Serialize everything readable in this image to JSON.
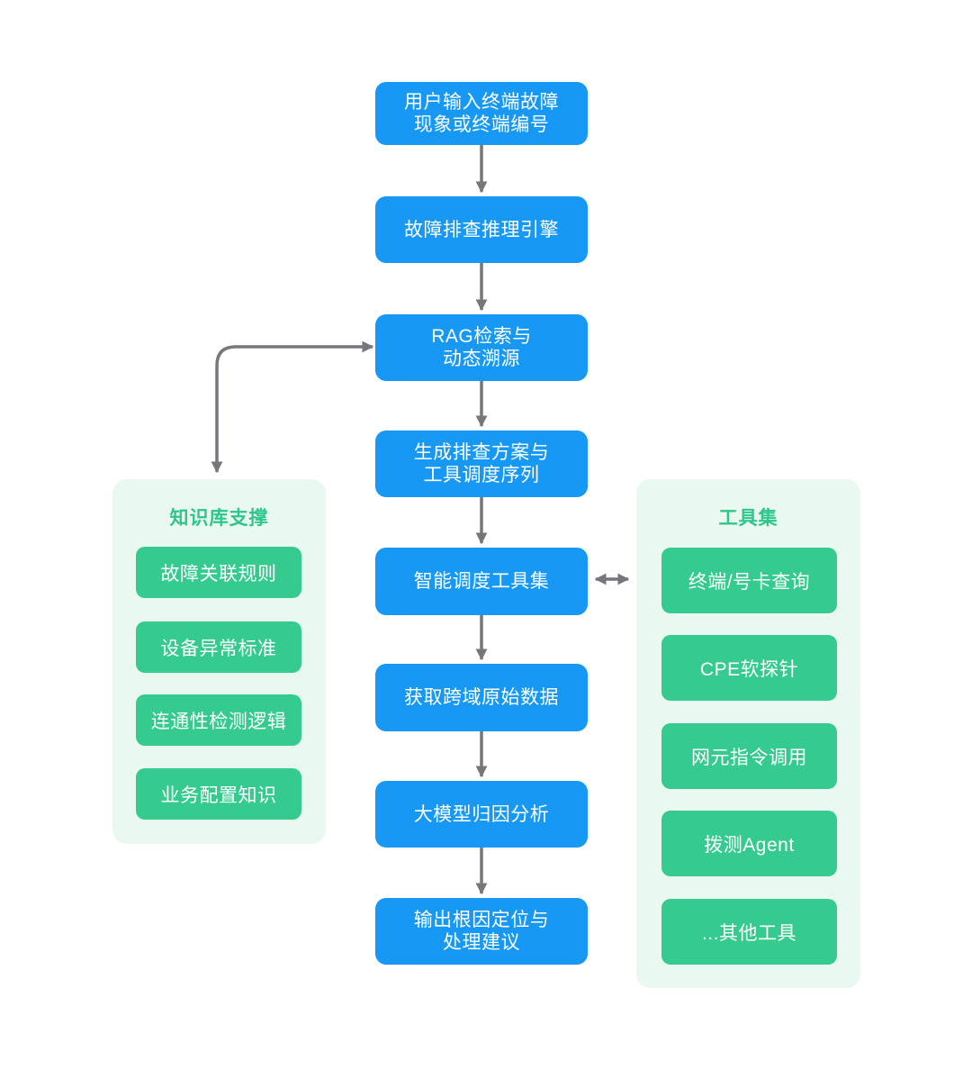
{
  "flow": {
    "steps": [
      {
        "label": "用户输入终端故障\n现象或终端编号"
      },
      {
        "label": "故障排查推理引擎"
      },
      {
        "label": "RAG检索与\n动态溯源"
      },
      {
        "label": "生成排查方案与\n工具调度序列"
      },
      {
        "label": "智能调度工具集"
      },
      {
        "label": "获取跨域原始数据"
      },
      {
        "label": "大模型归因分析"
      },
      {
        "label": "输出根因定位与\n处理建议"
      }
    ]
  },
  "knowledge_panel": {
    "title": "知识库支撑",
    "items": [
      {
        "label": "故障关联规则"
      },
      {
        "label": "设备异常标准"
      },
      {
        "label": "连通性检测逻辑"
      },
      {
        "label": "业务配置知识"
      }
    ]
  },
  "tools_panel": {
    "title": "工具集",
    "items": [
      {
        "label": "终端/号卡查询"
      },
      {
        "label": "CPE软探针"
      },
      {
        "label": "网元指令调用"
      },
      {
        "label": "拨测Agent"
      },
      {
        "label": "...其他工具"
      }
    ]
  },
  "colors": {
    "flow_box": "#1798F4",
    "item_box": "#35CB8E",
    "panel_bg": "#E9F8F1",
    "panel_title": "#2EC68A",
    "connector": "#75777A",
    "box_text": "#FFFFFF",
    "page_bg": "#FFFFFF"
  }
}
